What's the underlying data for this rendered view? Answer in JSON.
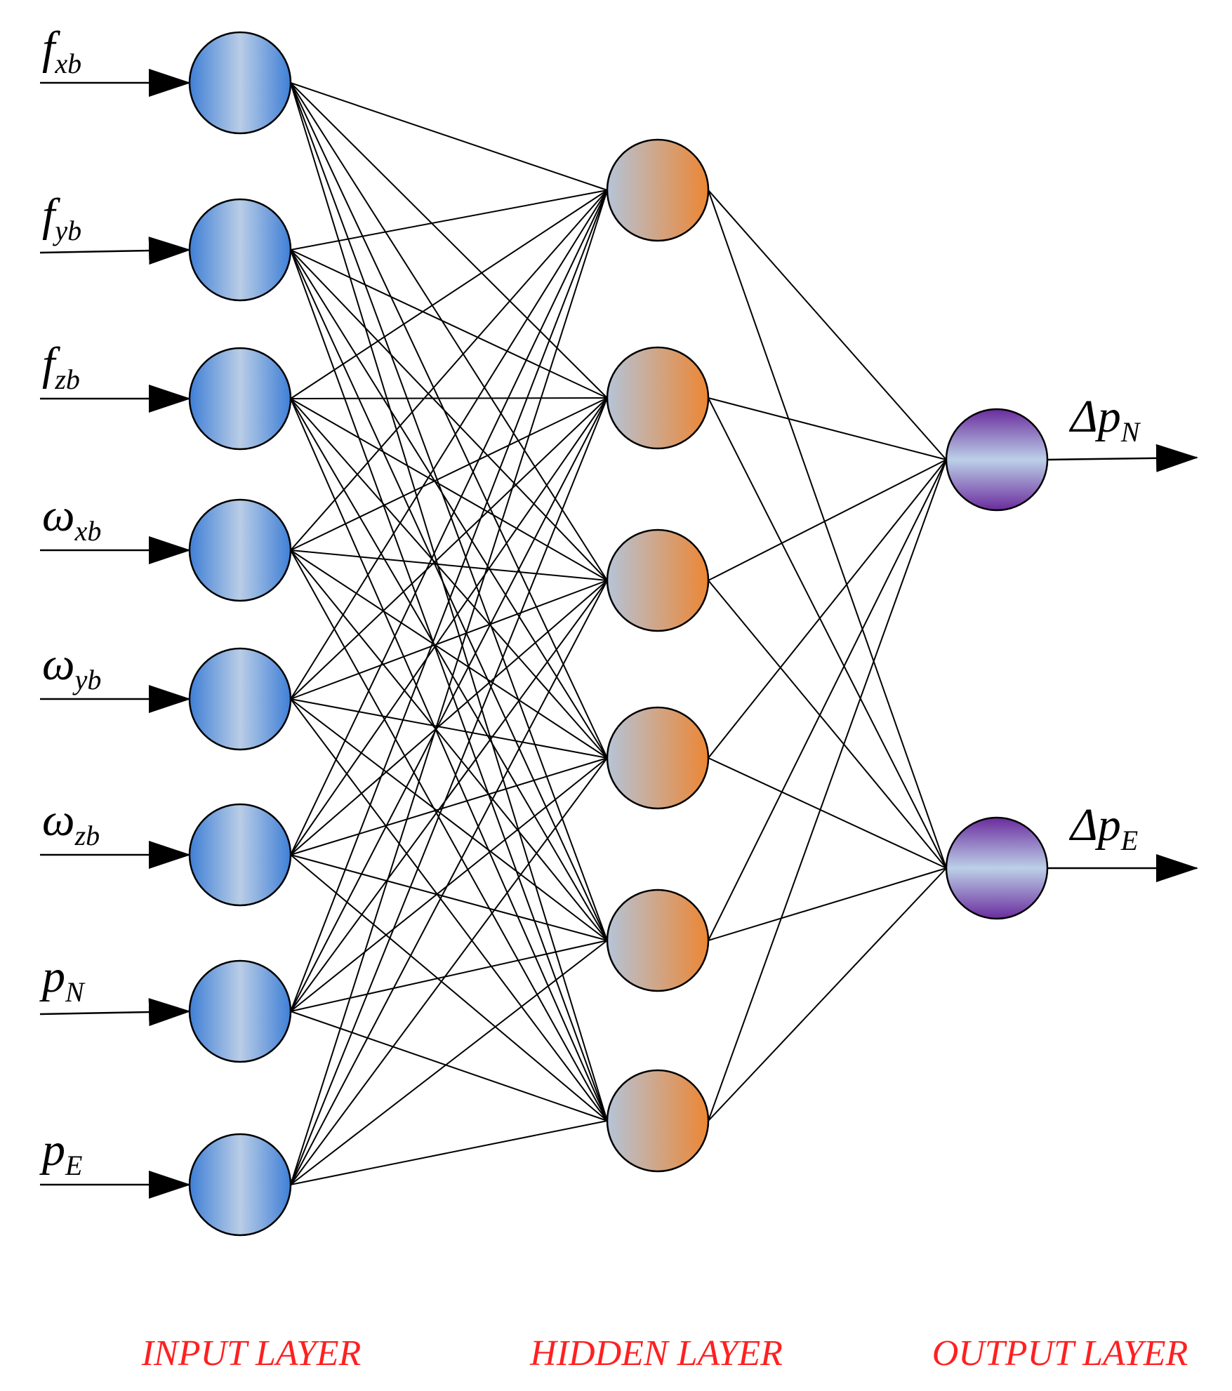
{
  "diagram": {
    "colors": {
      "input_node_dark": "#3f7fd6",
      "input_node_light": "#b9cde6",
      "hidden_node_gray": "#b5c4d8",
      "hidden_node_orange": "#ec8634",
      "output_node_dark": "#6a2c9e",
      "output_node_light": "#bcd0e8",
      "caption": "#ff2020"
    },
    "input_layer": {
      "caption": "INPUT LAYER",
      "nodes": [
        {
          "symbol": "f",
          "subscript": "xb"
        },
        {
          "symbol": "f",
          "subscript": "yb"
        },
        {
          "symbol": "f",
          "subscript": "zb"
        },
        {
          "symbol": "ω",
          "subscript": "xb"
        },
        {
          "symbol": "ω",
          "subscript": "yb"
        },
        {
          "symbol": "ω",
          "subscript": "zb"
        },
        {
          "symbol": "p",
          "subscript": "N"
        },
        {
          "symbol": "p",
          "subscript": "E"
        }
      ]
    },
    "hidden_layer": {
      "caption": "HIDDEN LAYER",
      "node_count": 6
    },
    "output_layer": {
      "caption": "OUTPUT LAYER",
      "nodes": [
        {
          "symbol": "Δp",
          "subscript": "N"
        },
        {
          "symbol": "Δp",
          "subscript": "E"
        }
      ]
    }
  }
}
